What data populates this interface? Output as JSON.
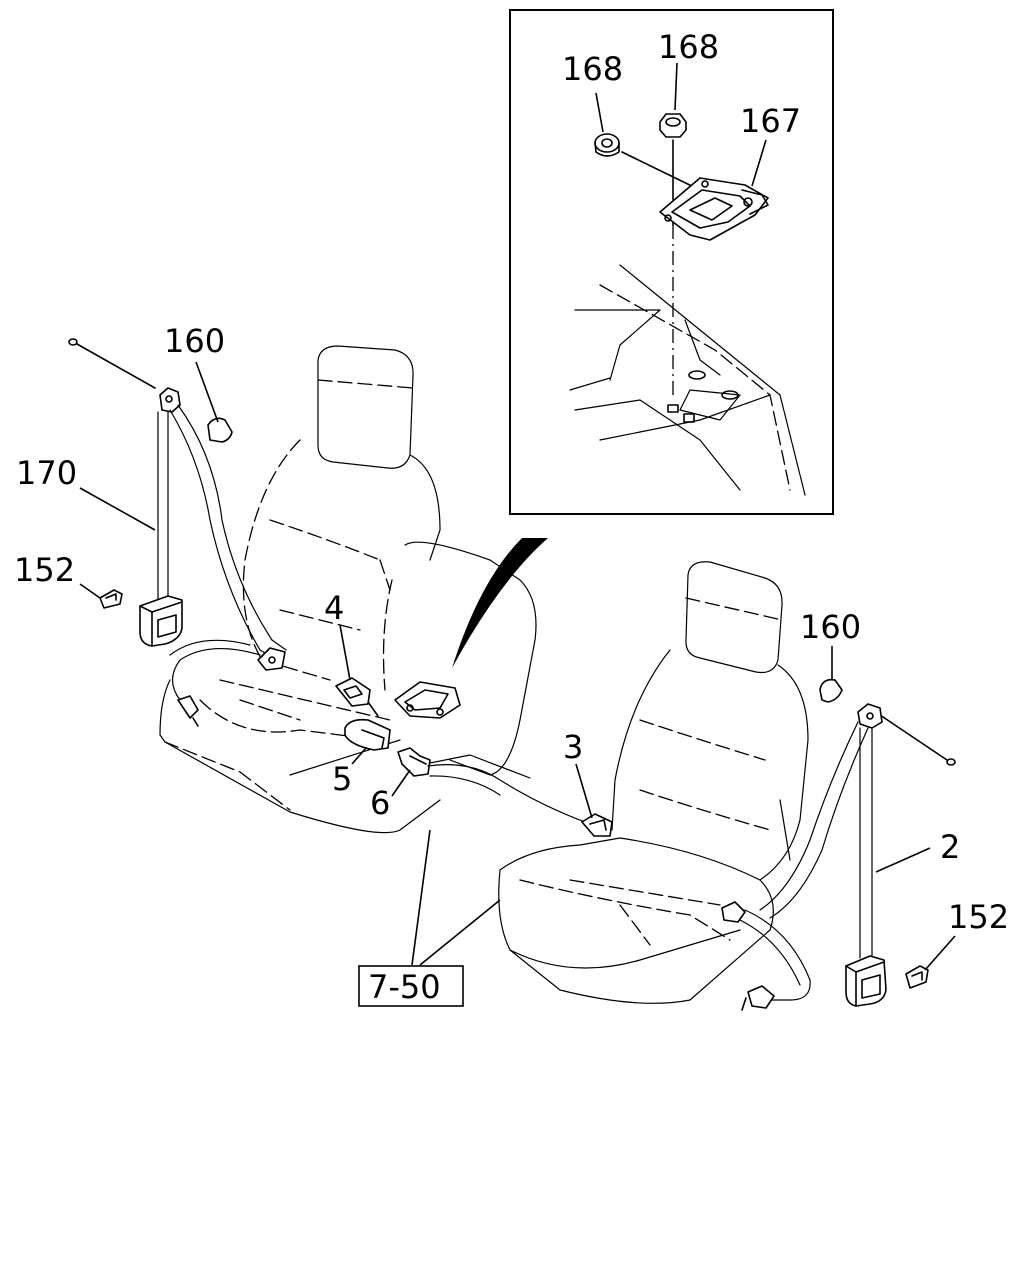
{
  "callouts": {
    "p168_left": "168",
    "p168_top": "168",
    "p167": "167",
    "p160_left": "160",
    "p170": "170",
    "p152_left": "152",
    "p4": "4",
    "p5": "5",
    "p6": "6",
    "p3": "3",
    "p160_right": "160",
    "p2": "2",
    "p152_right": "152",
    "ref_box": "7-50"
  }
}
